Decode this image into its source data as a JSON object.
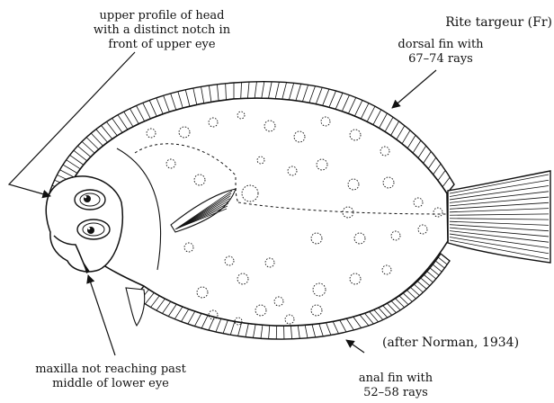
{
  "labels": {
    "species": "Rite targeur (Fr)",
    "head_profile": [
      "upper profile of head",
      "with a distinct notch in",
      "front of upper eye"
    ],
    "dorsal_fin": [
      "dorsal fin with",
      "67–74 rays"
    ],
    "credit": "(after Norman, 1934)",
    "maxilla": [
      "maxilla not reaching past",
      "middle of lower eye"
    ],
    "anal_fin": [
      "anal fin with",
      "52–58 rays"
    ]
  },
  "colors": {
    "ink": "#111111",
    "background": "#ffffff"
  }
}
